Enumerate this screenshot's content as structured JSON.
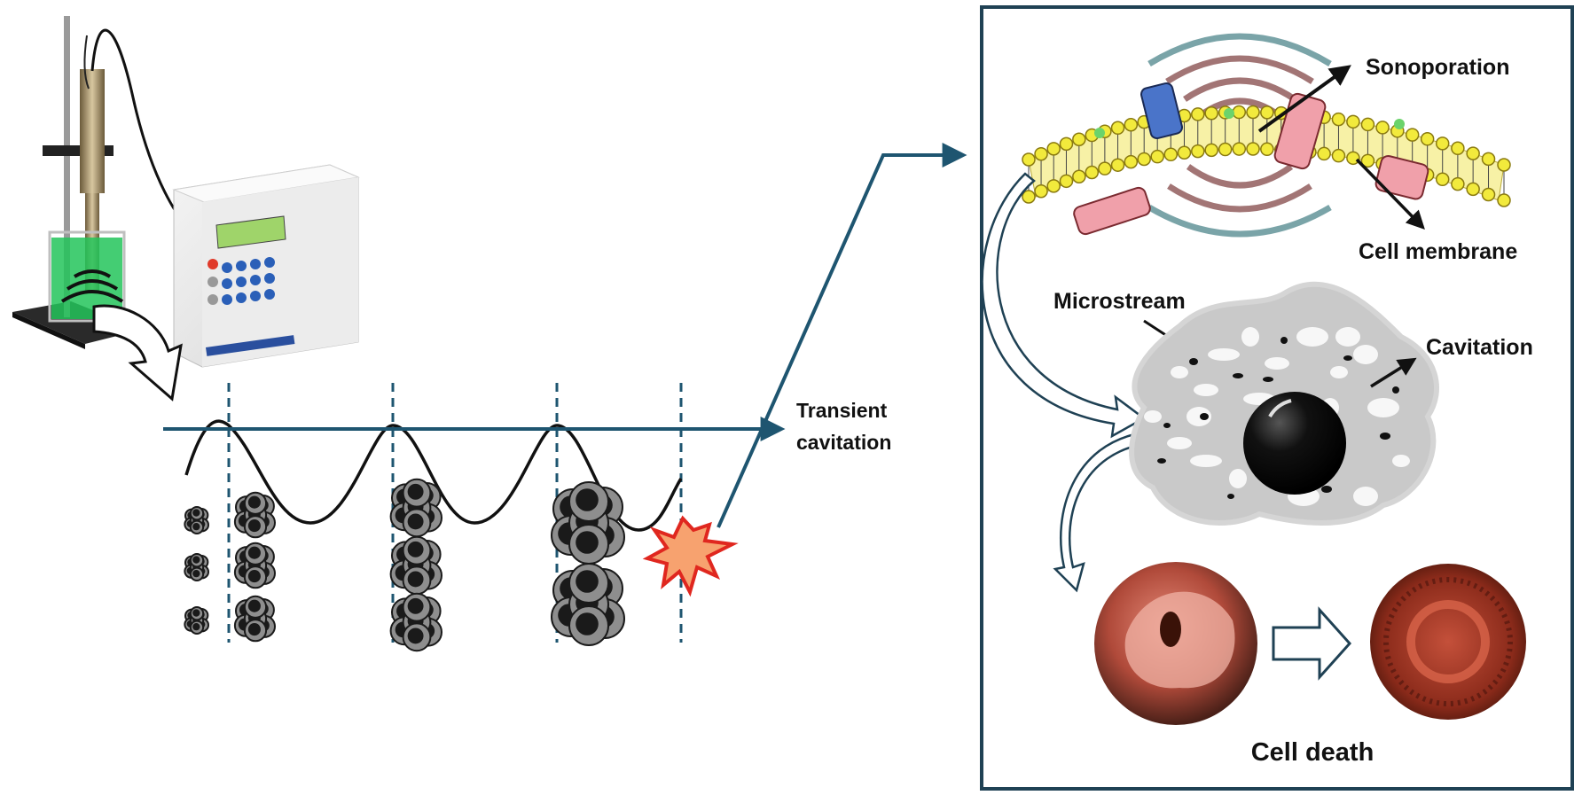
{
  "labels": {
    "transient_cavitation_line1": "Transient",
    "transient_cavitation_line2": "cavitation",
    "sonoporation": "Sonoporation",
    "cell_membrane": "Cell membrane",
    "microstream": "Microstream",
    "cavitation": "Cavitation",
    "cell_death": "Cell death"
  },
  "colors": {
    "frame": "#1f4154",
    "axis": "#1e5570",
    "wave": "#111111",
    "bubble": "#1a1a1a",
    "bubble_fill": "#8e8e8e",
    "lipid_head": "#f2ea3c",
    "membrane_fill": "#f7f1a6",
    "protein_blue": "#4a74c9",
    "protein_pink": "#f0a0aa",
    "ripple_dark": "#7a3a3a",
    "ripple_teal": "#7aa4a8",
    "burst": "#e0271f",
    "burst_fill": "#f7a26f",
    "cell_gray": "#c9c9c9",
    "liquid_green": "#23c45a",
    "cell_dead_red": "#a02a1a"
  },
  "icons": {
    "sonicator": "ultrasonic-processor-icon",
    "burst": "bubble-collapse-burst-icon",
    "nucleus": "nucleus-icon"
  }
}
